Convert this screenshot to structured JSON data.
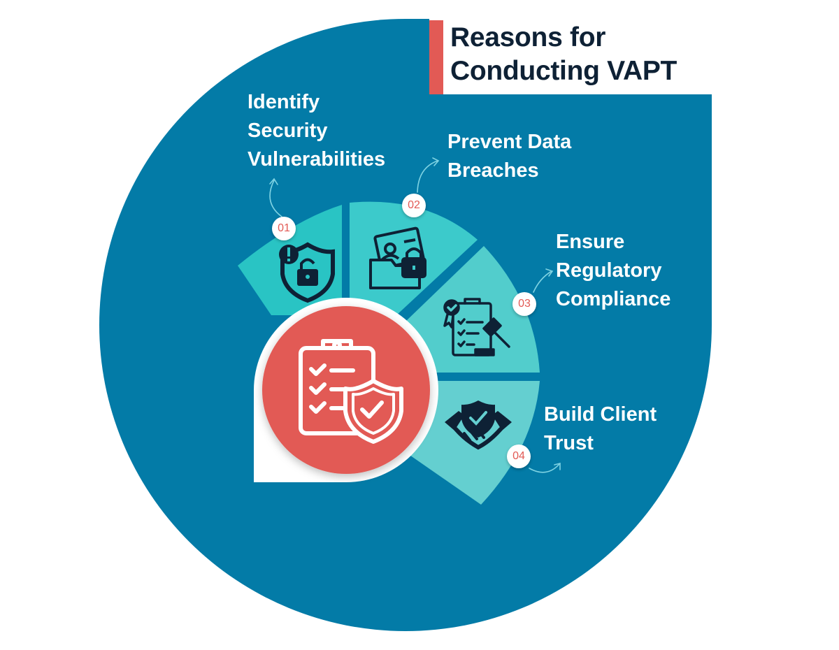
{
  "title": {
    "line1": "Reasons for",
    "line2": "Conducting VAPT"
  },
  "colors": {
    "background_disc": "#037ba7",
    "accent": "#e25a55",
    "segment_1": "#29c4c4",
    "segment_2": "#3ccacb",
    "segment_3": "#52cdcc",
    "segment_4": "#64cfd0",
    "icon_dark": "#0e2135",
    "title_text": "#0e2135"
  },
  "center": {
    "icon": "clipboard-shield-check-icon"
  },
  "reasons": [
    {
      "number": "01",
      "line1": "Identify",
      "line2": "Security",
      "line3": "Vulnerabilities",
      "icon": "shield-lock-alert-icon"
    },
    {
      "number": "02",
      "line1": "Prevent Data",
      "line2": "Breaches",
      "icon": "folder-id-card-lock-icon"
    },
    {
      "number": "03",
      "line1": "Ensure",
      "line2": "Regulatory",
      "line3": "Compliance",
      "icon": "clipboard-gavel-certificate-icon"
    },
    {
      "number": "04",
      "line1": "Build Client",
      "line2": "Trust",
      "icon": "handshake-shield-icon"
    }
  ]
}
